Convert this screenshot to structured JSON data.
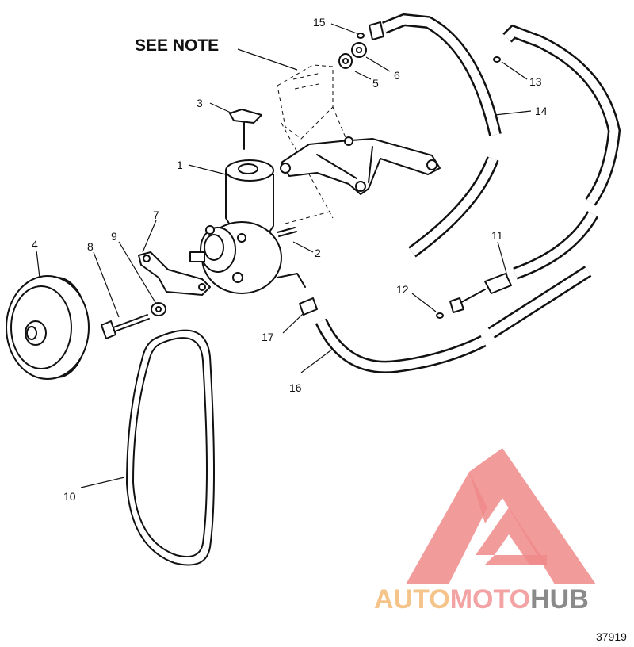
{
  "note_label": "SEE NOTE",
  "figure_id": "37919",
  "watermark": {
    "brand_parts": [
      "AUTO",
      "MOTO",
      "HUB"
    ],
    "colors": {
      "triangle": "#f08a8a",
      "auto": "#f5c48a",
      "moto": "#f3a3a3",
      "hub": "#8a8a8a"
    }
  },
  "callouts": {
    "c1": "1",
    "c2": "2",
    "c3": "3",
    "c4": "4",
    "c5": "5",
    "c6": "6",
    "c7": "7",
    "c8": "8",
    "c9": "9",
    "c10": "10",
    "c11": "11",
    "c12": "12",
    "c13": "13",
    "c14": "14",
    "c15": "15",
    "c16": "16",
    "c17": "17"
  }
}
